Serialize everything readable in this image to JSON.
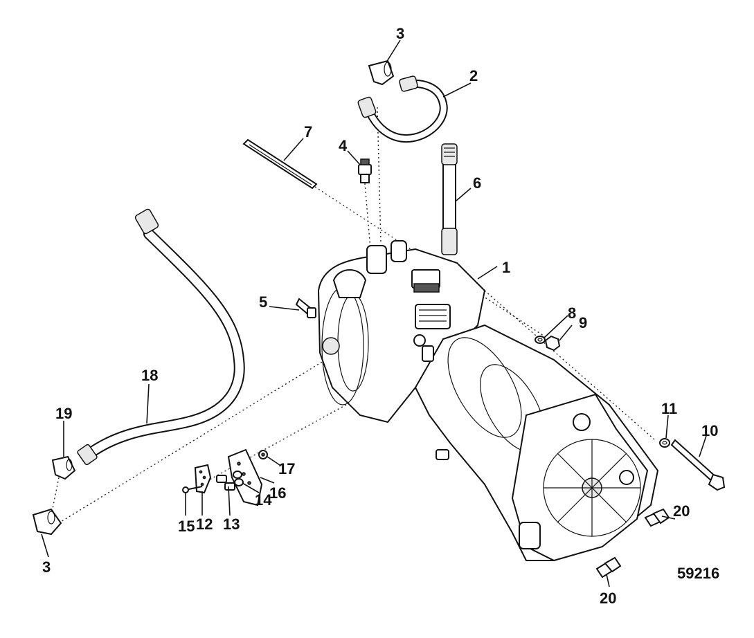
{
  "callouts": [
    "1",
    "2",
    "3",
    "4",
    "5",
    "6",
    "7",
    "8",
    "9",
    "10",
    "11",
    "12",
    "13",
    "14",
    "15",
    "16",
    "17",
    "18",
    "19",
    "20"
  ],
  "callout_3_lower": "3",
  "callout_20_lower": "20",
  "diagram_id": "59216"
}
